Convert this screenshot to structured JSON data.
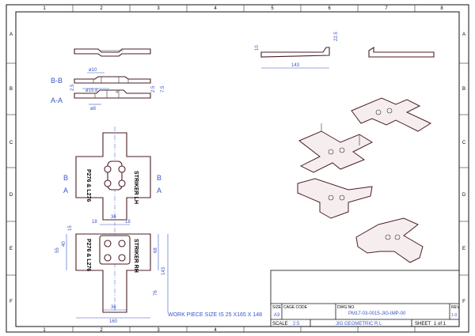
{
  "border": {
    "columns": [
      "1",
      "2",
      "3",
      "4",
      "5",
      "6",
      "7",
      "8"
    ],
    "rows": [
      "A",
      "B",
      "C",
      "D",
      "E",
      "F"
    ]
  },
  "views": {
    "section_bb": "B-B",
    "section_aa": "A-A",
    "marker_a": "A",
    "marker_b": "B"
  },
  "dims": {
    "d10": "ø10",
    "d198": "ø19.8",
    "d8": "ø8",
    "d4": "4",
    "d25a": "2.5",
    "d25b": "2.5",
    "d75": "7.5",
    "top10": "10",
    "top225": "22.5",
    "top143": "143",
    "r18a": "18",
    "r36": "36",
    "r18b": "18",
    "l15": "15",
    "l40": "40",
    "l55": "55",
    "r68": "68",
    "r143": "143",
    "r76": "76",
    "b36": "36",
    "b160": "160"
  },
  "plate_labels": {
    "striker_lh": "STRIKER\nLH",
    "p276": "P276\n& L276",
    "striker_rh": "STRIKER\nRH",
    "p276b": "P276\n& L276"
  },
  "note": "WORK PIECE SIZE IS  25 X165 X 148",
  "title_block": {
    "size_label": "SIZE",
    "size_value": "A3",
    "cage_label": "CAGE CODE",
    "dwg_label": "DWG NO.",
    "dwg_value": "PM17-03-0015-JIG-IMP-00",
    "rev_label": "REV",
    "rev_value": "1-0",
    "scale_label": "SCALE",
    "scale_value": "2:5",
    "title_value": "JIG GEOMETRIC R L",
    "sheet_label": "SHEET",
    "sheet_value": "1 of 1"
  },
  "colors": {
    "dimension": "#3b55c8",
    "part_outline": "#4a1e24",
    "frame": "#111111"
  }
}
